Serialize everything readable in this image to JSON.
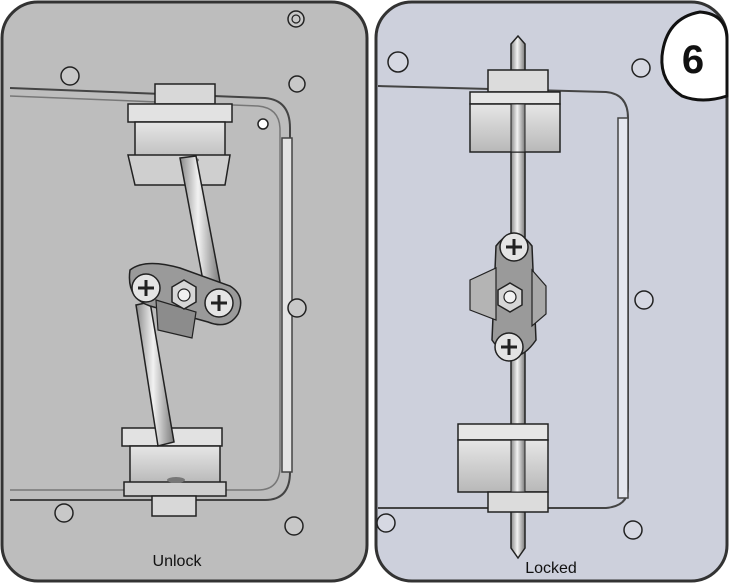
{
  "step": {
    "number": "6"
  },
  "panels": {
    "left": {
      "caption": "Unlock"
    },
    "right": {
      "caption": "Locked"
    }
  },
  "colors": {
    "left_panel": "#bdbdbd",
    "right_panel": "#cdd0dc",
    "metal": "#d6d6d6",
    "outline": "#222222"
  },
  "icons": [
    "screw-icon",
    "hex-nut-icon",
    "rod-icon",
    "guide-bracket-icon",
    "pivot-plate-icon"
  ]
}
